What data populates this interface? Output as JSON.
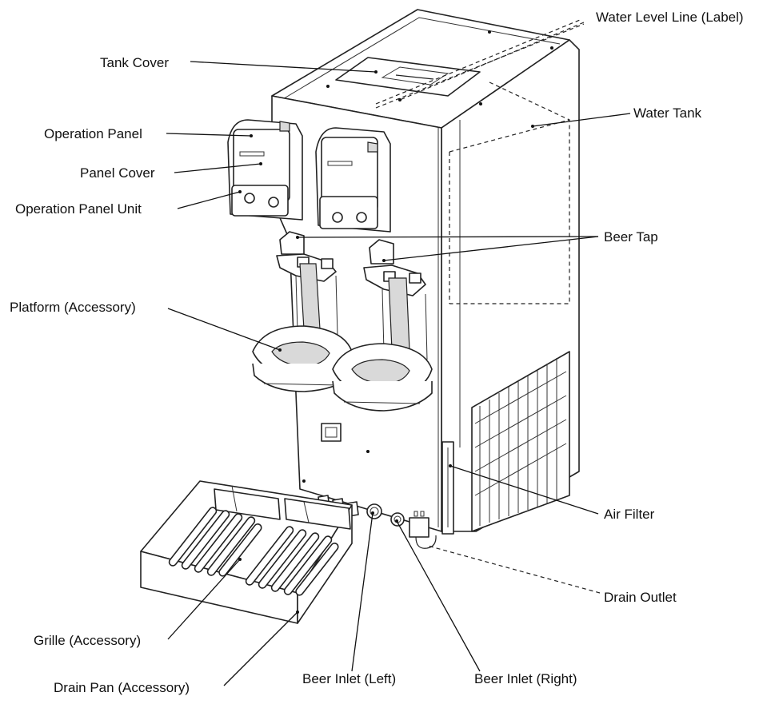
{
  "labels": {
    "water_level_line": "Water Level Line (Label)",
    "tank_cover": "Tank Cover",
    "water_tank": "Water Tank",
    "operation_panel": "Operation Panel",
    "panel_cover": "Panel Cover",
    "operation_panel_unit": "Operation Panel Unit",
    "beer_tap": "Beer Tap",
    "platform": "Platform (Accessory)",
    "air_filter": "Air Filter",
    "drain_outlet": "Drain Outlet",
    "grille": "Grille (Accessory)",
    "drain_pan": "Drain Pan (Accessory)",
    "beer_inlet_left": "Beer Inlet (Left)",
    "beer_inlet_right": "Beer Inlet (Right)"
  },
  "colors": {
    "line": "#222222",
    "text": "#111111",
    "background": "#ffffff"
  }
}
